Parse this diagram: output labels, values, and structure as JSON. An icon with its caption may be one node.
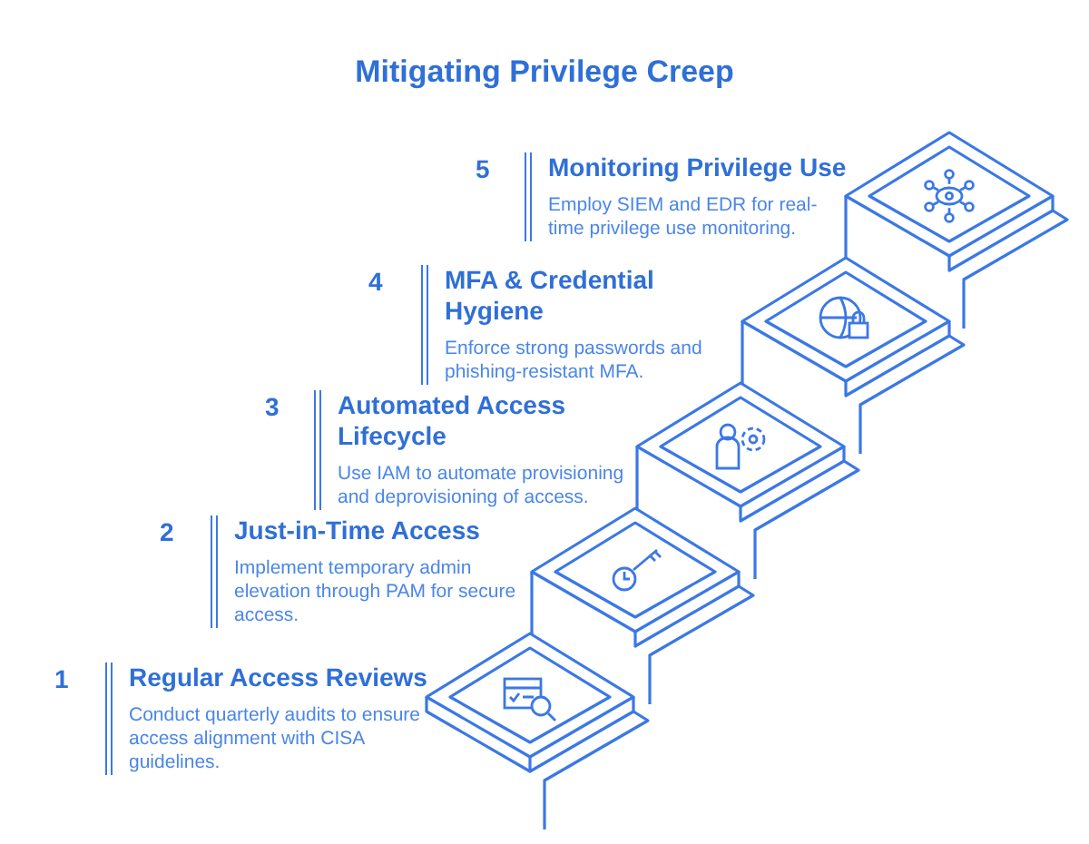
{
  "diagram": {
    "title": "Mitigating Privilege Creep",
    "nodes": [
      {
        "text": [
          "Monitoring Privilege Use",
          "Employ SIEM and EDR for real-time privilege use monitoring."
        ],
        "beside": [
          "5"
        ]
      },
      {
        "text": [
          "MFA & Credential Hygiene",
          "Enforce strong passwords and phishing-resistant MFA."
        ],
        "beside": [
          "4"
        ]
      },
      {
        "text": [
          "Automated Access Lifecycle",
          "Use IAM to automate provisioning and deprovisioning of access."
        ],
        "beside": [
          "3"
        ]
      },
      {
        "text": [
          "Just-in-Time Access",
          "Implement temporary admin elevation through PAM for secure access."
        ],
        "beside": [
          "2"
        ]
      },
      {
        "text": [
          "Regular Access Reviews",
          "Conduct quarterly audits to ensure access alignment with CISA guidelines."
        ],
        "beside": [
          "1"
        ]
      }
    ]
  }
}
